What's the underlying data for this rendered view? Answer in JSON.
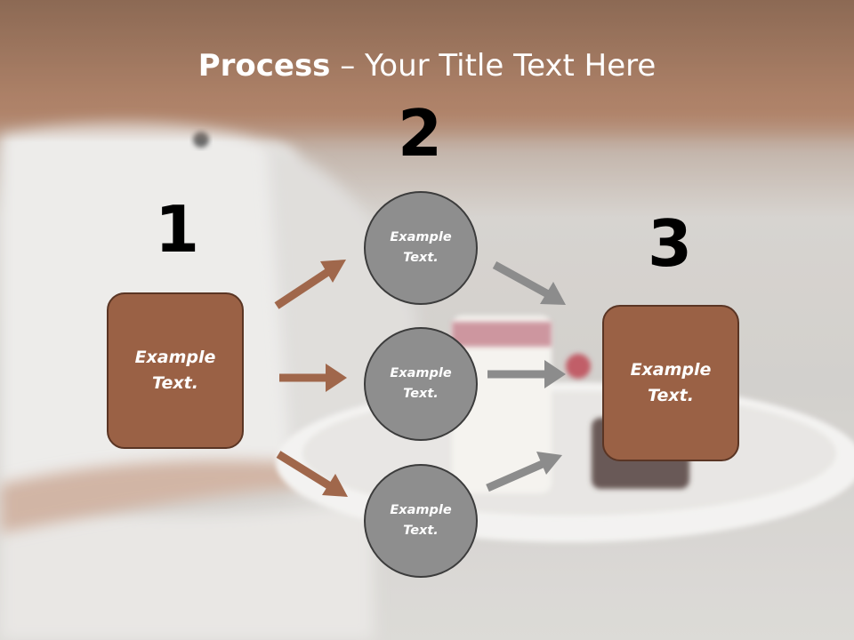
{
  "slide": {
    "title_bold": "Process",
    "title_rest": " – Your Title Text Here",
    "numbers": [
      "1",
      "2",
      "3"
    ],
    "boxes": [
      {
        "line1": "Example",
        "line2": "Text."
      },
      {
        "line1": "Example",
        "line2": "Text."
      }
    ],
    "circles": [
      {
        "line1": "Example",
        "line2": "Text."
      },
      {
        "line1": "Example",
        "line2": "Text."
      },
      {
        "line1": "Example",
        "line2": "Text."
      }
    ]
  },
  "colors": {
    "header": "#8b5a3f",
    "box_fill": "#9a6145",
    "box_border": "#5a3524",
    "circle_fill": "#8e8e8e",
    "brown_arrow": "#a0674b",
    "gray_arrow": "#8c8c8c"
  },
  "icons": {
    "arrow": "arrow-icon"
  }
}
